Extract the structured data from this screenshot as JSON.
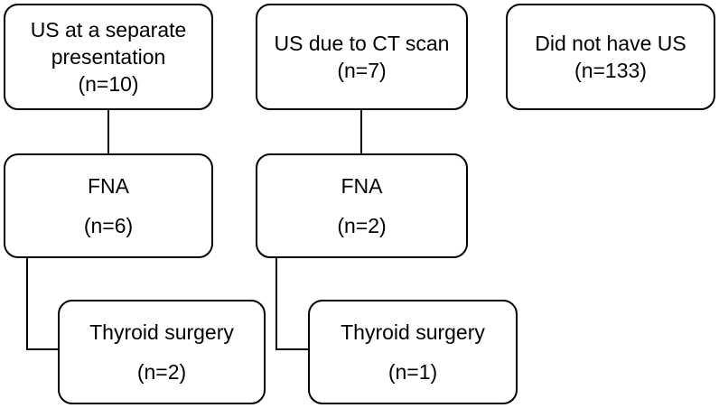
{
  "nodes": {
    "separate": {
      "title": "US at a separate presentation",
      "line1": "US at a separate",
      "line2": "presentation",
      "count": "(n=10)"
    },
    "ct_scan": {
      "title": "US due to CT scan",
      "count": "(n=7)"
    },
    "no_us": {
      "title": "Did not have US",
      "count": "(n=133)"
    },
    "fna_left": {
      "title": "FNA",
      "count": "(n=6)"
    },
    "fna_right": {
      "title": "FNA",
      "count": "(n=2)"
    },
    "surgery_left": {
      "title": "Thyroid surgery",
      "count": "(n=2)"
    },
    "surgery_right": {
      "title": "Thyroid surgery",
      "count": "(n=1)"
    }
  }
}
